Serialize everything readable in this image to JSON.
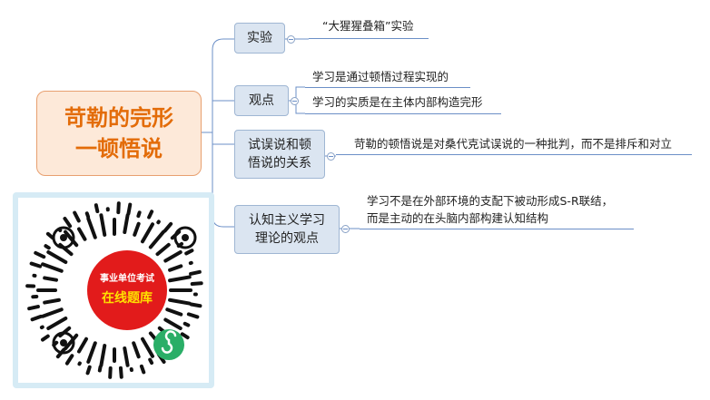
{
  "root": {
    "line1": "苛勒的完形",
    "line2": "一顿悟说"
  },
  "branches": [
    {
      "label_lines": [
        "实验"
      ],
      "leaves": [
        "“大猩猩叠箱”实验"
      ]
    },
    {
      "label_lines": [
        "观点"
      ],
      "leaves": [
        "学习是通过顿悟过程实现的",
        "学习的实质是在主体内部构造完形"
      ]
    },
    {
      "label_lines": [
        "试误说和顿",
        "悟说的关系"
      ],
      "leaves": [
        "苛勒的顿悟说是对桑代克试误说的一种批判，而不是排斥和对立"
      ]
    },
    {
      "label_lines": [
        "认知主义学习",
        "理论的观点"
      ],
      "leaves": [
        "学习不是在外部环境的支配下被动形成S-R联结，",
        "而是主动的在头脑内部构建认知结构"
      ]
    }
  ],
  "qr": {
    "line1": "事业单位考试",
    "line2": "在线题库"
  },
  "colors": {
    "root_text": "#e36c09",
    "root_fill": "#fde9d9",
    "node_fill": "#dbe5f1",
    "line": "#6b8fc7",
    "qr_center": "#e21b1b"
  }
}
